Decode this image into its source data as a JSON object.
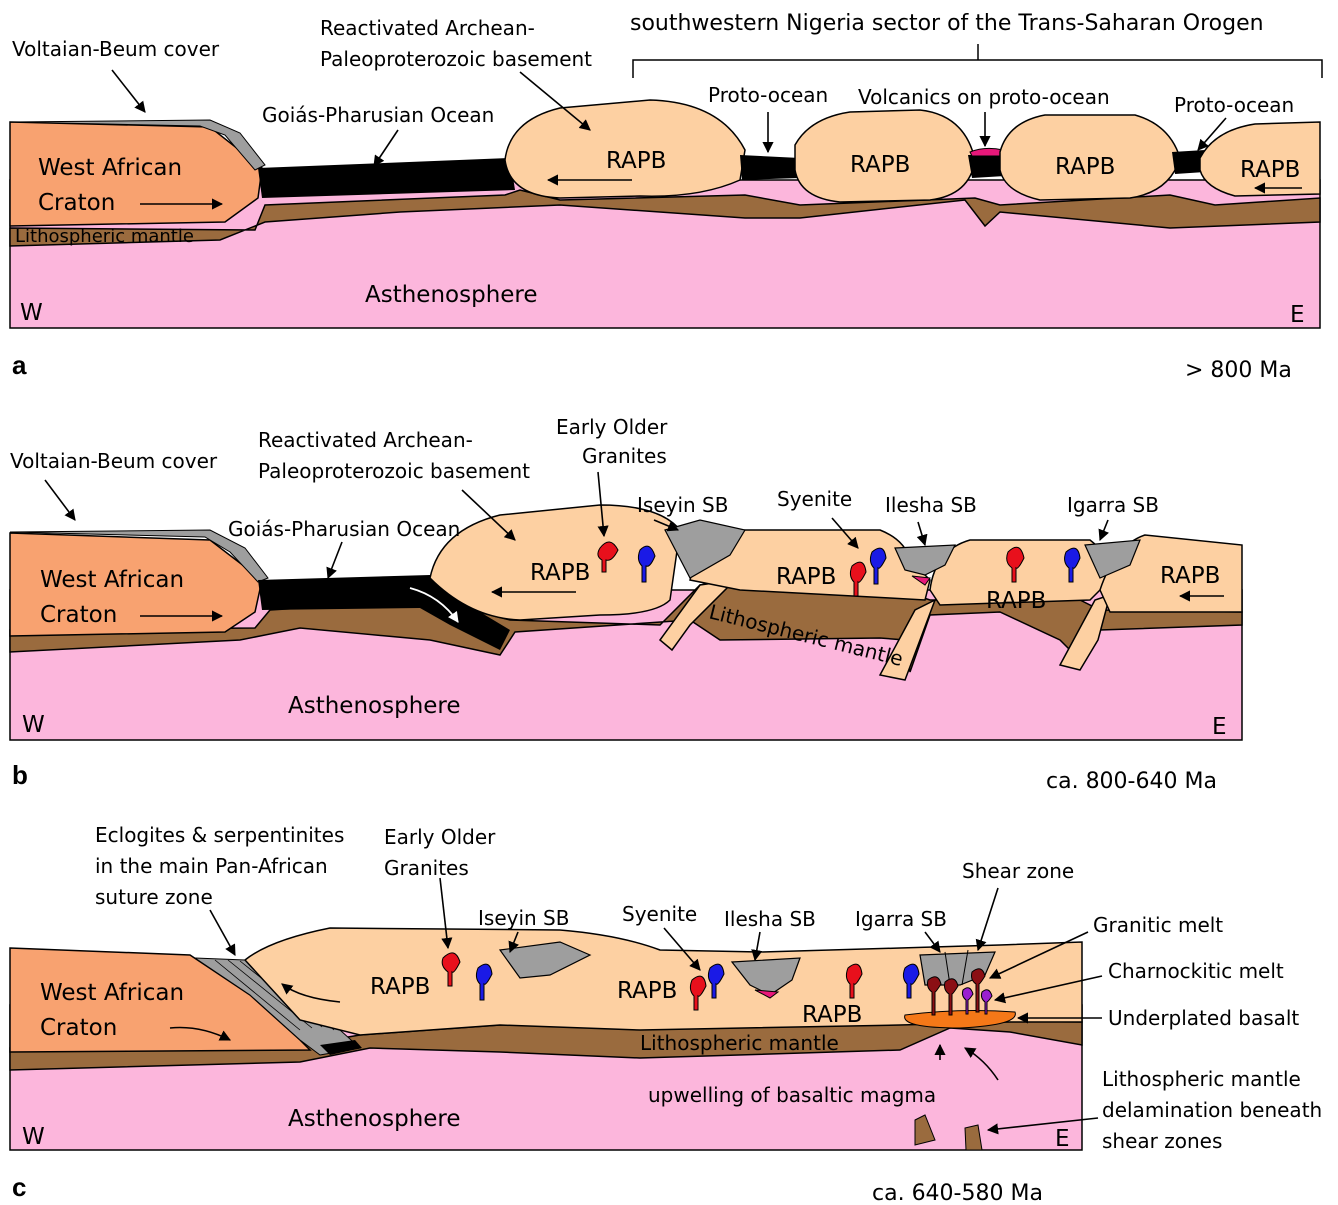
{
  "colors": {
    "craton": "#f8a270",
    "basement": "#fdd0a2",
    "mantle": "#9a6b3e",
    "asthenosphere": "#fcb6dc",
    "ocean": "#000000",
    "schist_belt": "#9e9e9e",
    "early_older_granite": "#e8101c",
    "syenite": "#1a1ae6",
    "volcanics": "#e8187a",
    "granitic_melt": "#8b0f14",
    "charnockitic_melt": "#9a1fd0",
    "underplated_basalt": "#f57818"
  },
  "panel_a": {
    "letter": "a",
    "age": "> 800 Ma",
    "orogen_label": "southwestern Nigeria sector of the Trans-Saharan Orogen",
    "cover": "Voltaian-Beum cover",
    "basement_line1": "Reactivated Archean-",
    "basement_line2": "Paleoproterozoic basement",
    "ocean": "Goiás-Pharusian Ocean",
    "proto_ocean_1": "Proto-ocean",
    "volcanics": "Volcanics on proto-ocean",
    "proto_ocean_2": "Proto-ocean",
    "craton_line1": "West African",
    "craton_line2": "Craton",
    "mantle": "Lithospheric mantle",
    "asthenosphere": "Asthenosphere",
    "rapb": "RAPB",
    "west": "W",
    "east": "E"
  },
  "panel_b": {
    "letter": "b",
    "age": "ca. 800-640 Ma",
    "cover": "Voltaian-Beum cover",
    "basement_line1": "Reactivated Archean-",
    "basement_line2": "Paleoproterozoic basement",
    "ocean": "Goiás-Pharusian Ocean",
    "granites_line1": "Early Older",
    "granites_line2": "Granites",
    "iseyin": "Iseyin SB",
    "syenite": "Syenite",
    "ilesha": "Ilesha SB",
    "igarra": "Igarra SB",
    "craton_line1": "West African",
    "craton_line2": "Craton",
    "mantle": "Lithospheric mantle",
    "asthenosphere": "Asthenosphere",
    "rapb": "RAPB",
    "west": "W",
    "east": "E"
  },
  "panel_c": {
    "letter": "c",
    "age": "ca. 640-580 Ma",
    "suture_line1": "Eclogites & serpentinites",
    "suture_line2": "in the main Pan-African",
    "suture_line3": "suture zone",
    "granites_line1": "Early Older",
    "granites_line2": "Granites",
    "iseyin": "Iseyin SB",
    "syenite": "Syenite",
    "ilesha": "Ilesha SB",
    "igarra": "Igarra SB",
    "shear_zone": "Shear zone",
    "granitic_melt": "Granitic melt",
    "charnockitic_melt": "Charnockitic melt",
    "underplated_basalt": "Underplated basalt",
    "delamination_line1": "Lithospheric mantle",
    "delamination_line2": "delamination beneath",
    "delamination_line3": "shear zones",
    "upwelling": "upwelling of basaltic magma",
    "craton_line1": "West African",
    "craton_line2": "Craton",
    "mantle": "Lithospheric mantle",
    "asthenosphere": "Asthenosphere",
    "rapb": "RAPB",
    "west": "W",
    "east": "E"
  }
}
